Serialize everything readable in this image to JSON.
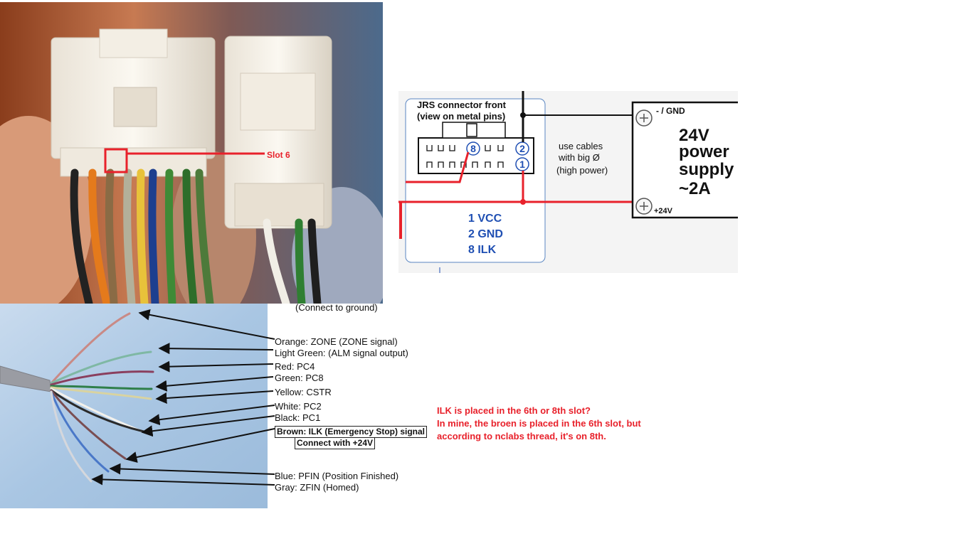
{
  "photo_connector": {
    "slot_label": "Slot 6"
  },
  "schematic": {
    "connector_title_line1": "JRS  connector front",
    "connector_title_line2": "(view on metal pins)",
    "pin_8": "8",
    "pin_2": "2",
    "pin_1": "1",
    "cable_note_line1": "use cables",
    "cable_note_line2": "with big Ø",
    "cable_note_line3": "(high power)",
    "pin_legend": [
      "1 VCC",
      "2 GND",
      "8 ILK"
    ],
    "psu_gnd": "- / GND",
    "psu_24v": "+24V",
    "psu_title": [
      "24V",
      "power",
      "supply",
      "~2A"
    ]
  },
  "wire_legend": {
    "connect_ground": "(Connect to ground)",
    "items": [
      "Orange: ZONE (ZONE signal)",
      "Light Green: (ALM signal output)",
      "Red: PC4",
      "Green: PC8",
      "Yellow: CSTR",
      "White: PC2",
      "Black: PC1",
      "Brown: ILK (Emergency Stop) signal",
      "Connect with +24V",
      "Blue: PFIN (Position Finished)",
      "Gray: ZFIN (Homed)"
    ]
  },
  "note": {
    "lines": [
      "ILK is placed in the 6th or 8th slot?",
      "In mine, the broen is placed in the 6th slot, but",
      "according to nclabs thread, it's on 8th."
    ]
  },
  "colors": {
    "annotation_red": "#e8212b",
    "schematic_blue": "#1f4fb3"
  }
}
